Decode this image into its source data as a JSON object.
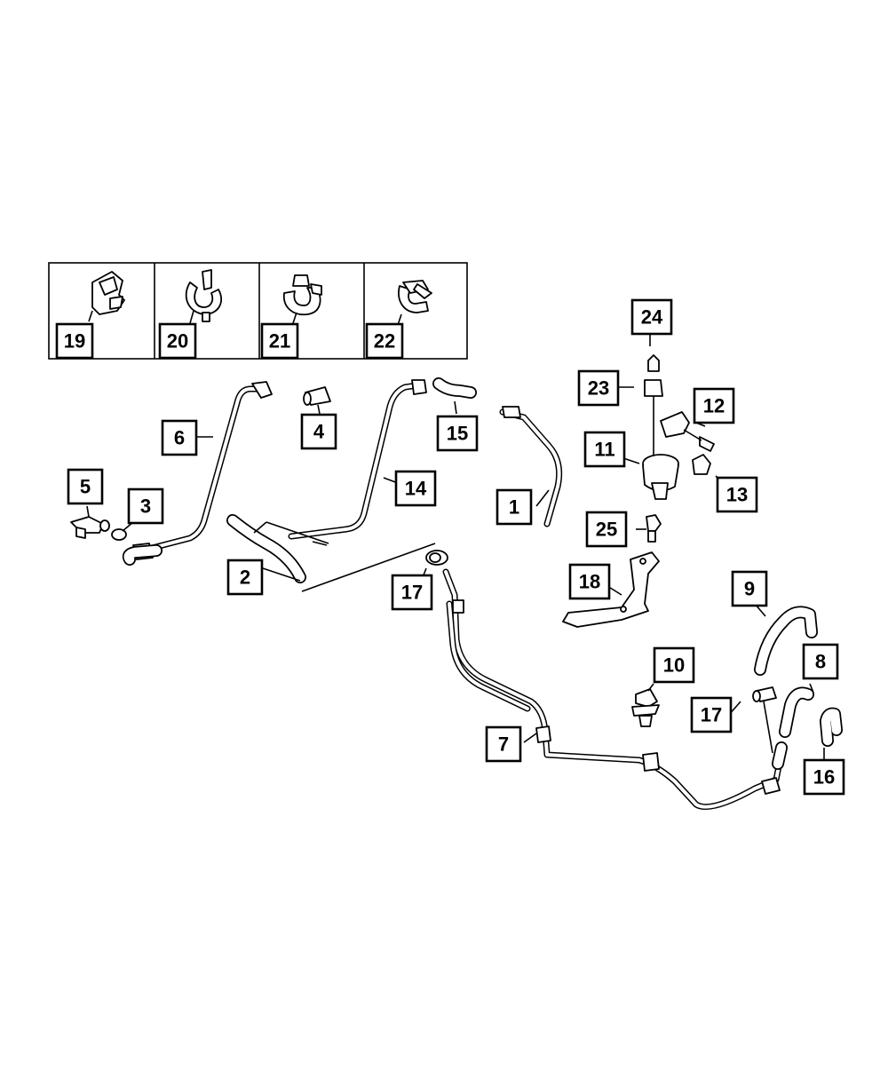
{
  "diagram": {
    "callouts": {
      "c1": "1",
      "c2": "2",
      "c3": "3",
      "c4": "4",
      "c5": "5",
      "c6": "6",
      "c7": "7",
      "c8": "8",
      "c9": "9",
      "c10": "10",
      "c11": "11",
      "c12": "12",
      "c13": "13",
      "c14": "14",
      "c15": "15",
      "c16": "16",
      "c17a": "17",
      "c17b": "17",
      "c18": "18",
      "c19": "19",
      "c20": "20",
      "c21": "21",
      "c22": "22",
      "c23": "23",
      "c24": "24",
      "c25": "25"
    },
    "colors": {
      "line": "#000000",
      "background": "#ffffff"
    }
  }
}
